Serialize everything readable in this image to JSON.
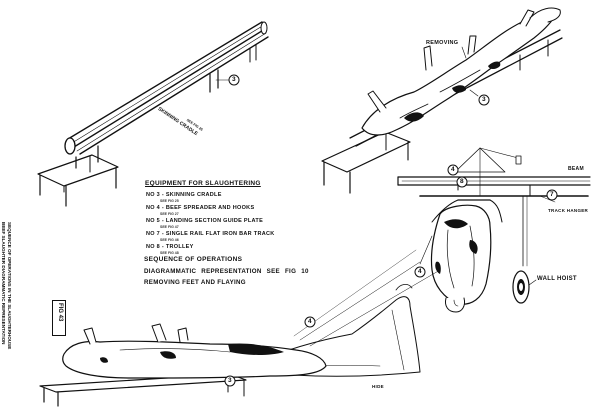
{
  "equipment": {
    "title": "EQUIPMENT FOR SLAUGHTERING",
    "items": [
      {
        "label": "No 3 - SKINNING CRADLE",
        "ref": "SEE FIG 25"
      },
      {
        "label": "No 4 - BEEF SPREADER AND HOOKS",
        "ref": "SEE FIG 27"
      },
      {
        "label": "No 5 - LANDING SECTION GUIDE PLATE",
        "ref": "SEE FIG 47"
      },
      {
        "label": "No 7 - SINGLE RAIL FLAT IRON BAR TRACK",
        "ref": "SEE FIG 46"
      },
      {
        "label": "No 8 - TROLLEY",
        "ref": "SEE FIG 48"
      }
    ]
  },
  "sequence": {
    "title": "SEQUENCE OF OPERATIONS",
    "diagrammatic": "DIAGRAMMATIC REPRESENTATION SEE FIG 10",
    "step": "REMOVING FEET AND FLAYING"
  },
  "labels": {
    "skinning_cradle": "SKINNING CRADLE",
    "skinning_cradle_ref": "SEE FIG 25",
    "removing": "REMOVING",
    "beam": "BEAM",
    "track_hanger": "TRACK HANGER",
    "wall_hoist": "WALL HOIST",
    "hide": "HIDE"
  },
  "callouts": {
    "cradle_top": "3",
    "cradle_right": "3",
    "spreader": "4",
    "trolley": "8",
    "track": "7",
    "hook_a": "4",
    "hook_b": "4",
    "cradle_bottom": "3"
  },
  "figure": "FIG 43",
  "side_caption": {
    "line1": "SEQUENCE OF OPERATIONS IN THE SLAUGHTERHOUSE",
    "line2": "BEEF SLAUGHTER DIAGRAMMATIC REPRESENTATION"
  },
  "colors": {
    "ink": "#111111",
    "paper": "#ffffff"
  }
}
